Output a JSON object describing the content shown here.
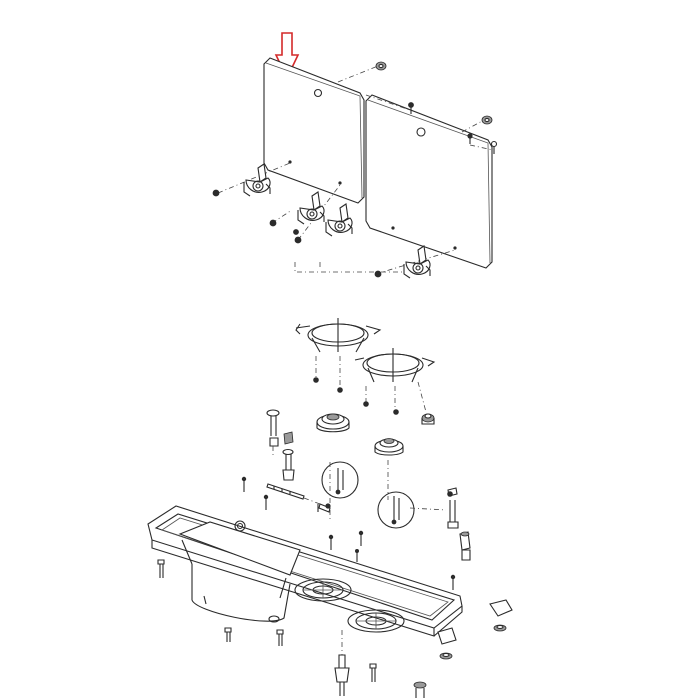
{
  "diagram": {
    "accent_color": "#d42a2a",
    "line_color": "#2b2b2b",
    "background": "#ffffff",
    "highlight": {
      "indicator": "down-arrow",
      "target": "glass-lid-left"
    },
    "parts": [
      "glass-lid-left",
      "glass-lid-right",
      "lid-hinge",
      "pan-support",
      "burner-cap",
      "control-knob",
      "thermocouple",
      "ignition-electrode",
      "hob-sink-tray",
      "sink-bowl",
      "screw",
      "nut"
    ]
  }
}
